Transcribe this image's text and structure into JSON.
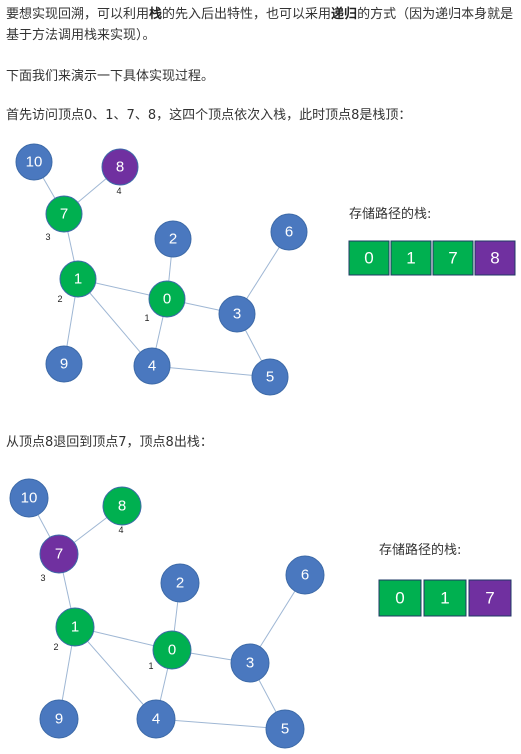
{
  "intro": {
    "text_a": "要想实现回溯，可以利用",
    "bold_a": "栈",
    "text_b": "的先入后出特性，也可以采用",
    "bold_b": "递归",
    "text_c": "的方式（因为递归本身就是基于方法调用栈来实现）。"
  },
  "step_intro": "下面我们来演示一下具体实现过程。",
  "step1_caption": "首先访问顶点0、1、7、8，这四个顶点依次入栈，此时顶点8是栈顶：",
  "step2_caption": "从顶点8退回到顶点7，顶点8出栈：",
  "colors": {
    "blue": "#4a78bf",
    "green": "#00b050",
    "purple": "#7030a0",
    "edge": "#9fb7d4"
  },
  "diagram1": {
    "nodes": [
      {
        "id": "10",
        "color": "blue",
        "small": ""
      },
      {
        "id": "8",
        "color": "purple",
        "small": "4"
      },
      {
        "id": "7",
        "color": "green",
        "small": "3"
      },
      {
        "id": "2",
        "color": "blue",
        "small": ""
      },
      {
        "id": "6",
        "color": "blue",
        "small": ""
      },
      {
        "id": "1",
        "color": "green",
        "small": "2"
      },
      {
        "id": "0",
        "color": "green",
        "small": "1"
      },
      {
        "id": "3",
        "color": "blue",
        "small": ""
      },
      {
        "id": "9",
        "color": "blue",
        "small": ""
      },
      {
        "id": "4",
        "color": "blue",
        "small": ""
      },
      {
        "id": "5",
        "color": "blue",
        "small": ""
      }
    ],
    "stack_title": "存储路径的栈:",
    "stack": [
      {
        "value": "0",
        "color": "green"
      },
      {
        "value": "1",
        "color": "green"
      },
      {
        "value": "7",
        "color": "green"
      },
      {
        "value": "8",
        "color": "purple"
      }
    ]
  },
  "diagram2": {
    "nodes": [
      {
        "id": "10",
        "color": "blue",
        "small": ""
      },
      {
        "id": "8",
        "color": "green",
        "small": "4"
      },
      {
        "id": "7",
        "color": "purple",
        "small": "3"
      },
      {
        "id": "2",
        "color": "blue",
        "small": ""
      },
      {
        "id": "6",
        "color": "blue",
        "small": ""
      },
      {
        "id": "1",
        "color": "green",
        "small": "2"
      },
      {
        "id": "0",
        "color": "green",
        "small": "1"
      },
      {
        "id": "3",
        "color": "blue",
        "small": ""
      },
      {
        "id": "9",
        "color": "blue",
        "small": ""
      },
      {
        "id": "4",
        "color": "blue",
        "small": ""
      },
      {
        "id": "5",
        "color": "blue",
        "small": ""
      }
    ],
    "stack_title": "存储路径的栈:",
    "stack": [
      {
        "value": "0",
        "color": "green"
      },
      {
        "value": "1",
        "color": "green"
      },
      {
        "value": "7",
        "color": "purple"
      }
    ]
  },
  "edges": [
    [
      "10",
      "7"
    ],
    [
      "8",
      "7"
    ],
    [
      "7",
      "1"
    ],
    [
      "1",
      "0"
    ],
    [
      "1",
      "9"
    ],
    [
      "1",
      "4"
    ],
    [
      "2",
      "0"
    ],
    [
      "0",
      "3"
    ],
    [
      "0",
      "4"
    ],
    [
      "6",
      "3"
    ],
    [
      "3",
      "5"
    ],
    [
      "4",
      "5"
    ]
  ]
}
